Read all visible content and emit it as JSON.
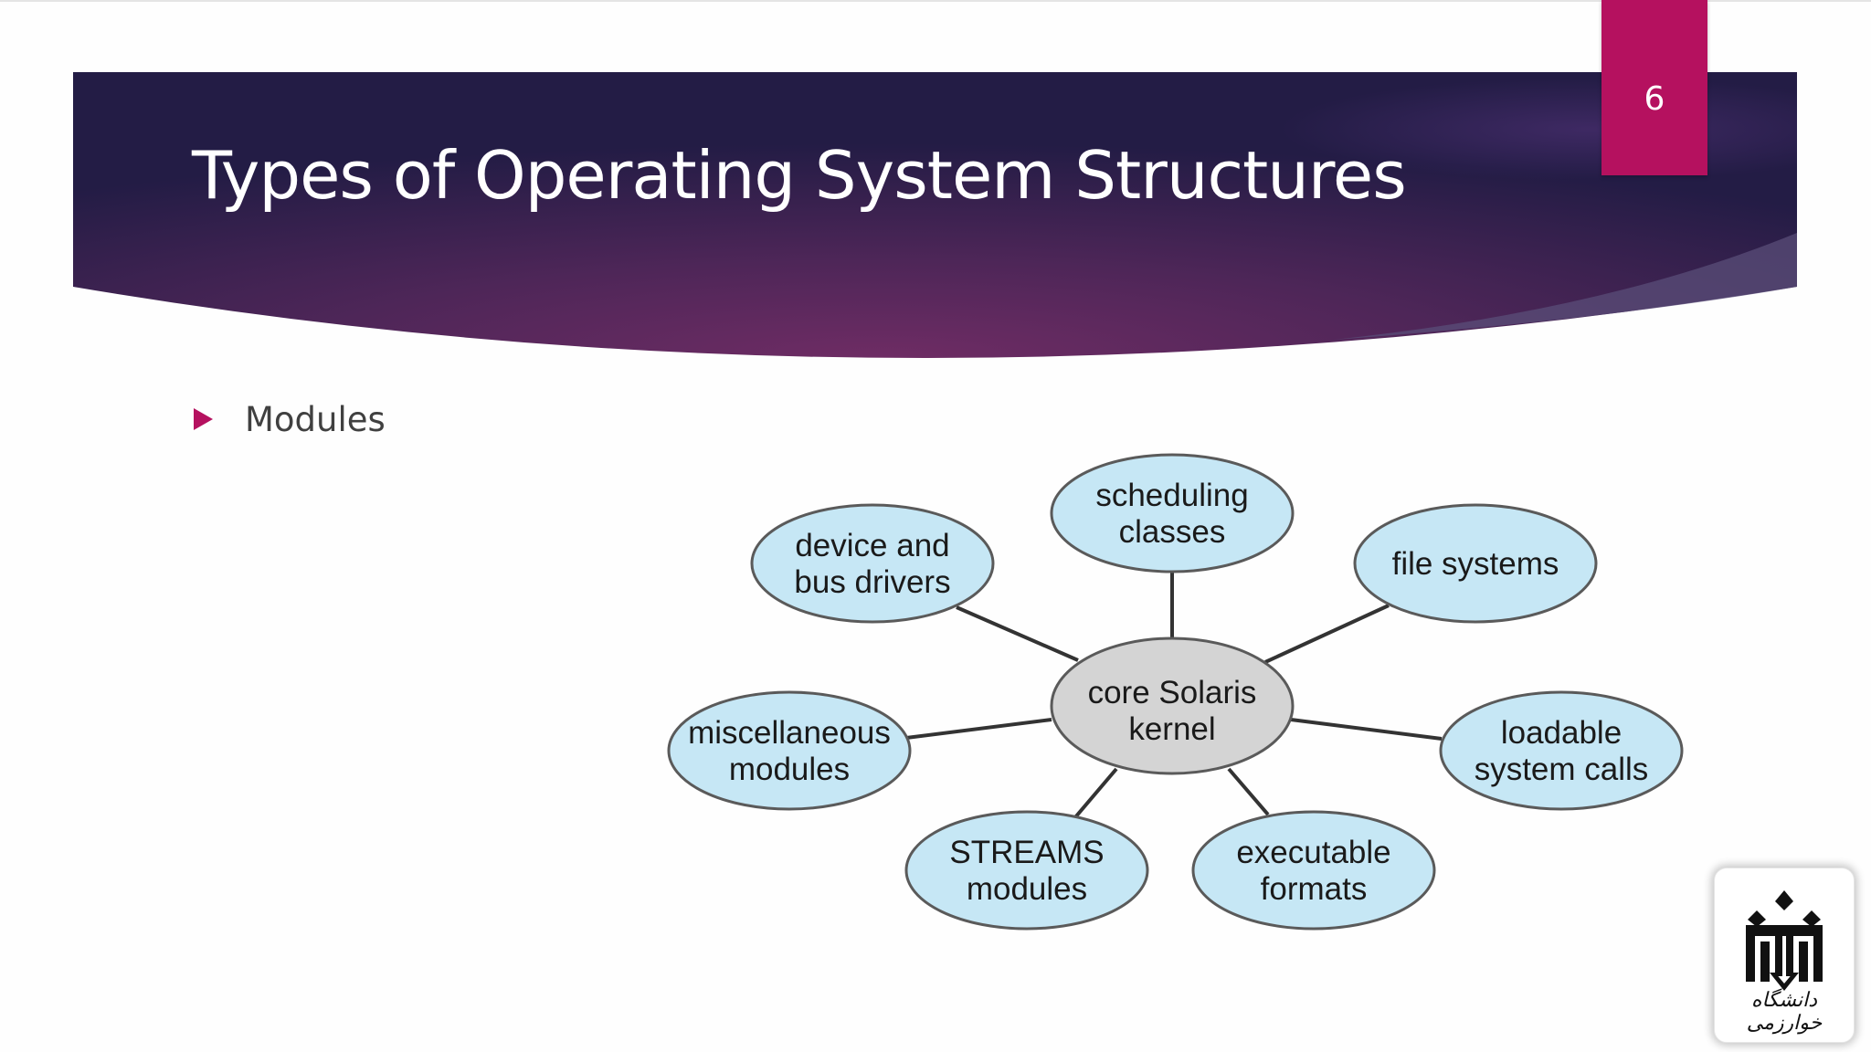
{
  "slide": {
    "title": "Types of Operating System Structures",
    "page_number": "6",
    "bullets": [
      "Modules"
    ]
  },
  "diagram": {
    "center": "core Solaris kernel",
    "modules": [
      "scheduling classes",
      "file systems",
      "loadable system calls",
      "executable formats",
      "STREAMS modules",
      "miscellaneous modules",
      "device and bus drivers"
    ]
  },
  "logo": {
    "caption": "دانشگاه خوارزمی"
  },
  "colors": {
    "banner_dark": "#251d46",
    "banner_mid": "#6b2b62",
    "accent": "#b5115f",
    "module_fill": "#c6e7f5",
    "kernel_fill": "#d4d4d4"
  }
}
